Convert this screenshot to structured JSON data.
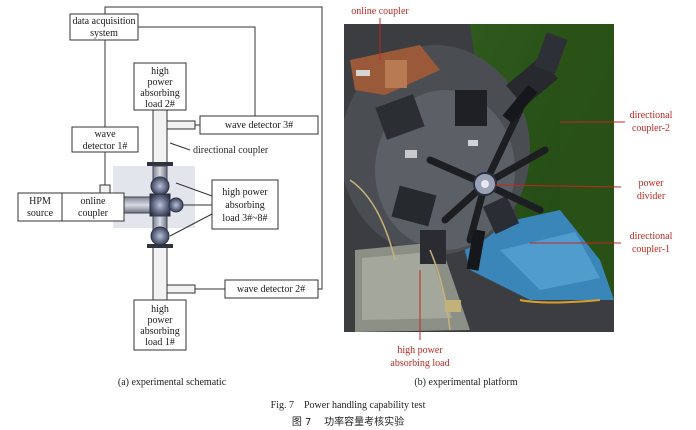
{
  "schematic": {
    "daq": [
      "data acquisition",
      "system"
    ],
    "wave_detector_1": [
      "wave",
      "detector 1#"
    ],
    "hpm_source": [
      "HPM",
      "source"
    ],
    "online_coupler": [
      "online",
      "coupler"
    ],
    "load_2": [
      "high",
      "power",
      "absorbing",
      "load 2#"
    ],
    "load_1": [
      "high",
      "power",
      "absorbing",
      "load 1#"
    ],
    "load_3_8": [
      "high power",
      "absorbing",
      "load 3#~8#"
    ],
    "wave_detector_3": "wave detector 3#",
    "wave_detector_2": "wave detector 2#",
    "directional_coupler": "directional coupler",
    "caption": "(a) experimental schematic"
  },
  "photo": {
    "online_coupler": "online coupler",
    "directional_coupler_2": [
      "directional",
      "coupler-2"
    ],
    "power_divider": [
      "power",
      "divider"
    ],
    "directional_coupler_1": [
      "directional",
      "coupler-1"
    ],
    "absorbing_load": [
      "high power",
      "absorbing load"
    ],
    "caption": "(b) experimental platform"
  },
  "figure": {
    "caption_en": "Fig. 7    Power handling capability test",
    "caption_cn": "图 7    功率容量考核实验"
  },
  "colors": {
    "annotation_red": "#c0281f",
    "line": "#333333"
  }
}
